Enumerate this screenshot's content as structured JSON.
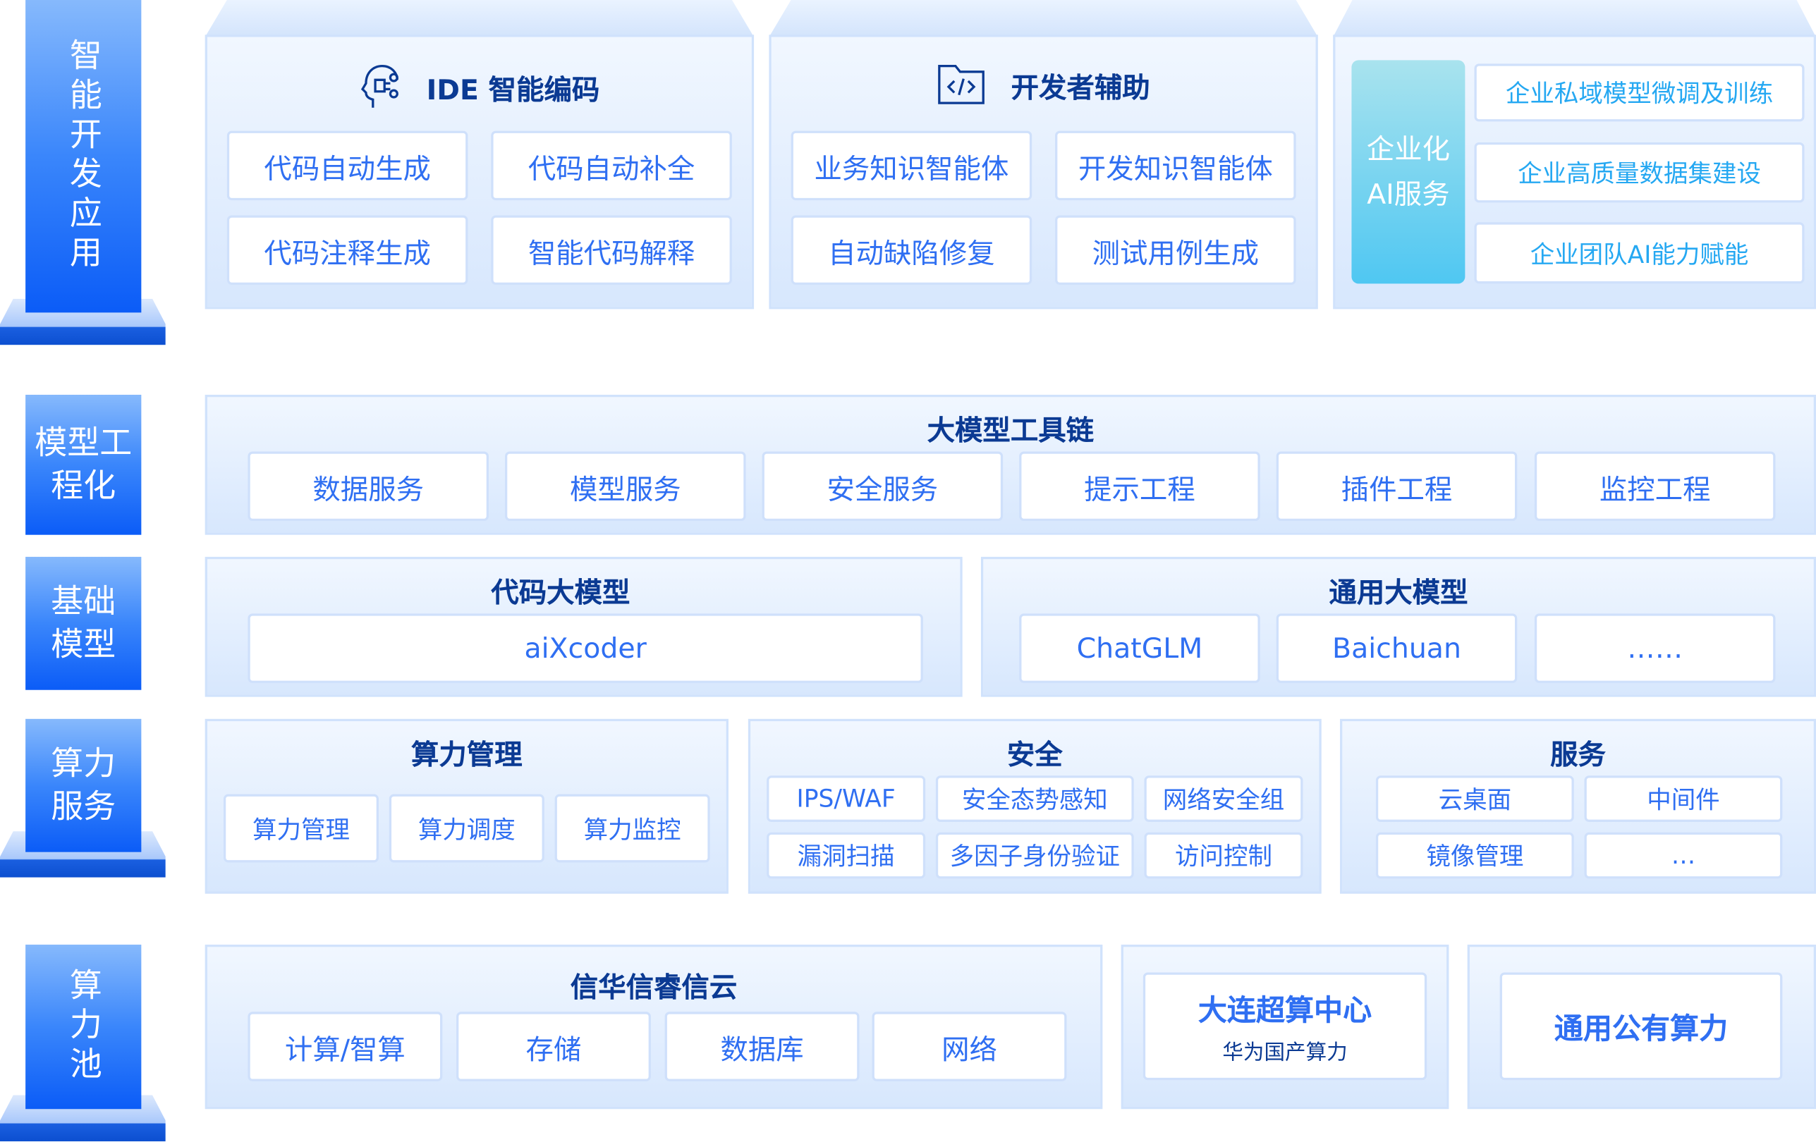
{
  "layers": {
    "dev_app": "智能开发应用",
    "model_eng": "模型工程化",
    "base_model": "基础模型",
    "compute_service": "算力服务",
    "compute_pool": "算力池"
  },
  "ide": {
    "title": "IDE 智能编码",
    "icon": "ai-head-icon",
    "items": [
      "代码自动生成",
      "代码自动补全",
      "代码注释生成",
      "智能代码解释"
    ]
  },
  "dev_assist": {
    "title": "开发者辅助",
    "icon": "code-folder-icon",
    "items": [
      "业务知识智能体",
      "开发知识智能体",
      "自动缺陷修复",
      "测试用例生成"
    ]
  },
  "enterprise": {
    "label": "企业化AI服务",
    "items": [
      "企业私域模型微调及训练",
      "企业高质量数据集建设",
      "企业团队AI能力赋能"
    ]
  },
  "toolchain": {
    "title": "大模型工具链",
    "items": [
      "数据服务",
      "模型服务",
      "安全服务",
      "提示工程",
      "插件工程",
      "监控工程"
    ]
  },
  "code_model": {
    "title": "代码大模型",
    "items": [
      "aiXcoder"
    ]
  },
  "general_model": {
    "title": "通用大模型",
    "items": [
      "ChatGLM",
      "Baichuan",
      "……"
    ]
  },
  "compute_mgmt": {
    "title": "算力管理",
    "items": [
      "算力管理",
      "算力调度",
      "算力监控"
    ]
  },
  "security": {
    "title": "安全",
    "items": [
      "IPS/WAF",
      "安全态势感知",
      "网络安全组",
      "漏洞扫描",
      "多因子身份验证",
      "访问控制"
    ]
  },
  "services": {
    "title": "服务",
    "items": [
      "云桌面",
      "中间件",
      "镜像管理",
      "…"
    ]
  },
  "xinhua": {
    "title": "信华信睿信云",
    "items": [
      "计算/智算",
      "存储",
      "数据库",
      "网络"
    ]
  },
  "dalian": {
    "title": "大连超算中心",
    "subtitle": "华为国产算力"
  },
  "public": {
    "title": "通用公有算力"
  }
}
